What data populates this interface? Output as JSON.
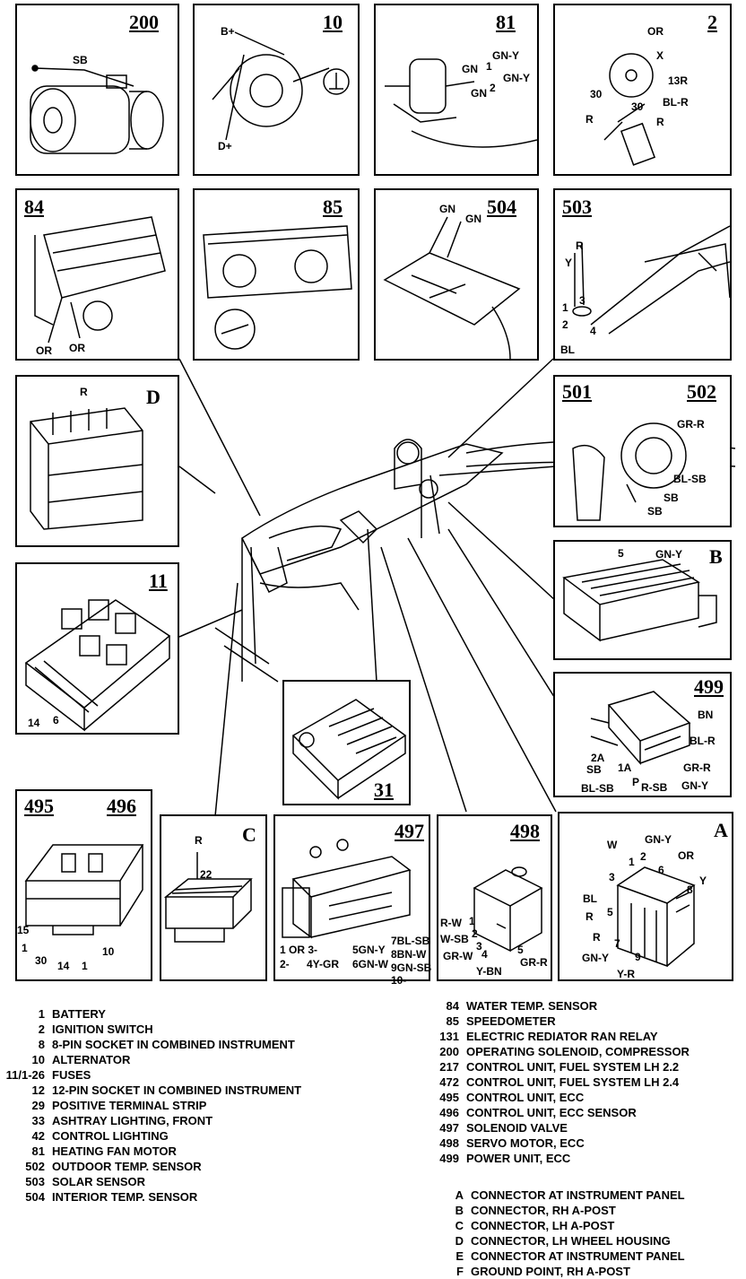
{
  "panels": {
    "p200": {
      "num": "200",
      "labels": [
        "SB"
      ]
    },
    "p10": {
      "num": "10",
      "labels": [
        "B+",
        "D+"
      ]
    },
    "p81": {
      "num": "81",
      "labels": [
        "GN-Y",
        "GN",
        "1",
        "GN-Y",
        "GN",
        "2"
      ]
    },
    "p2": {
      "num": "2",
      "labels": [
        "OR",
        "X",
        "30",
        "13R",
        "BL-R",
        "R",
        "30",
        "R"
      ]
    },
    "p84": {
      "num": "84",
      "labels": [
        "OR",
        "OR"
      ]
    },
    "p85": {
      "num": "85",
      "labels": []
    },
    "p504": {
      "num": "504",
      "labels": [
        "GN",
        "GN"
      ]
    },
    "p503": {
      "num": "503",
      "labels": [
        "R",
        "Y",
        "1",
        "3",
        "2",
        "4",
        "BL"
      ]
    },
    "pD": {
      "num": "D",
      "labels": [
        "R"
      ]
    },
    "p501": {
      "num": "501",
      "num2": "502",
      "labels": [
        "GR-R",
        "BL-SB",
        "SB",
        "SB"
      ]
    },
    "pB": {
      "num": "B",
      "labels": [
        "5",
        "GN-Y"
      ]
    },
    "p11": {
      "num": "11",
      "labels": [
        "14",
        "6"
      ]
    },
    "p499": {
      "num": "499",
      "labels": [
        "BN",
        "BL-R",
        "GR-R",
        "GN-Y",
        "2A",
        "SB",
        "1A",
        "BL-SB",
        "P",
        "R-SB"
      ]
    },
    "p31": {
      "num": "31",
      "labels": []
    },
    "p495": {
      "num": "495",
      "num2": "496",
      "labels": [
        "15",
        "1",
        "30",
        "14",
        "1",
        "10"
      ]
    },
    "pC": {
      "num": "C",
      "labels": [
        "R",
        "22"
      ]
    },
    "p497": {
      "num": "497",
      "labels": [
        "1 OR 3-",
        "2-",
        "4Y-GR",
        "5GN-Y",
        "6GN-W",
        "7BL-SB",
        "8BN-W",
        "9GN-SB",
        "10-"
      ]
    },
    "p498": {
      "num": "498",
      "labels": [
        "R-W",
        "1",
        "W-SB",
        "2",
        "3",
        "GR-W",
        "4",
        "5",
        "GR-R",
        "Y-BN"
      ]
    },
    "pA": {
      "num": "A",
      "labels": [
        "GN-Y",
        "W",
        "2",
        "1",
        "OR",
        "3",
        "6",
        "Y",
        "8",
        "BL",
        "R",
        "5",
        "R",
        "7",
        "GN-Y",
        "9",
        "Y-R"
      ]
    }
  },
  "legend_left": [
    {
      "k": "1",
      "t": "BATTERY"
    },
    {
      "k": "2",
      "t": "IGNITION SWITCH"
    },
    {
      "k": "8",
      "t": "8-PIN SOCKET IN COMBINED INSTRUMENT"
    },
    {
      "k": "10",
      "t": "ALTERNATOR"
    },
    {
      "k": "11/1-26",
      "t": "FUSES"
    },
    {
      "k": "12",
      "t": "12-PIN SOCKET IN COMBINED INSTRUMENT"
    },
    {
      "k": "29",
      "t": "POSITIVE TERMINAL STRIP"
    },
    {
      "k": "33",
      "t": "ASHTRAY LIGHTING, FRONT"
    },
    {
      "k": "42",
      "t": "CONTROL LIGHTING"
    },
    {
      "k": "81",
      "t": "HEATING FAN MOTOR"
    },
    {
      "k": "502",
      "t": "OUTDOOR TEMP. SENSOR"
    },
    {
      "k": "503",
      "t": "SOLAR SENSOR"
    },
    {
      "k": "504",
      "t": "INTERIOR TEMP. SENSOR"
    }
  ],
  "legend_right": [
    {
      "k": "84",
      "t": "WATER TEMP. SENSOR"
    },
    {
      "k": "85",
      "t": "SPEEDOMETER"
    },
    {
      "k": "131",
      "t": "ELECTRIC REDIATOR RAN RELAY"
    },
    {
      "k": "200",
      "t": "OPERATING SOLENOID, COMPRESSOR"
    },
    {
      "k": "217",
      "t": "CONTROL UNIT, FUEL SYSTEM LH 2.2"
    },
    {
      "k": "472",
      "t": "CONTROL UNIT, FUEL SYSTEM LH 2.4"
    },
    {
      "k": "495",
      "t": "CONTROL UNIT, ECC"
    },
    {
      "k": "496",
      "t": "CONTROL UNIT, ECC SENSOR"
    },
    {
      "k": "497",
      "t": "SOLENOID VALVE"
    },
    {
      "k": "498",
      "t": "SERVO MOTOR, ECC"
    },
    {
      "k": "499",
      "t": "POWER UNIT, ECC"
    }
  ],
  "legend_letters": [
    {
      "k": "A",
      "t": "CONNECTOR AT INSTRUMENT PANEL"
    },
    {
      "k": "B",
      "t": "CONNECTOR, RH A-POST"
    },
    {
      "k": "C",
      "t": "CONNECTOR, LH A-POST"
    },
    {
      "k": "D",
      "t": "CONNECTOR, LH WHEEL HOUSING"
    },
    {
      "k": "E",
      "t": "CONNECTOR AT INSTRUMENT PANEL"
    },
    {
      "k": "F",
      "t": "GROUND POINT, RH A-POST"
    }
  ]
}
